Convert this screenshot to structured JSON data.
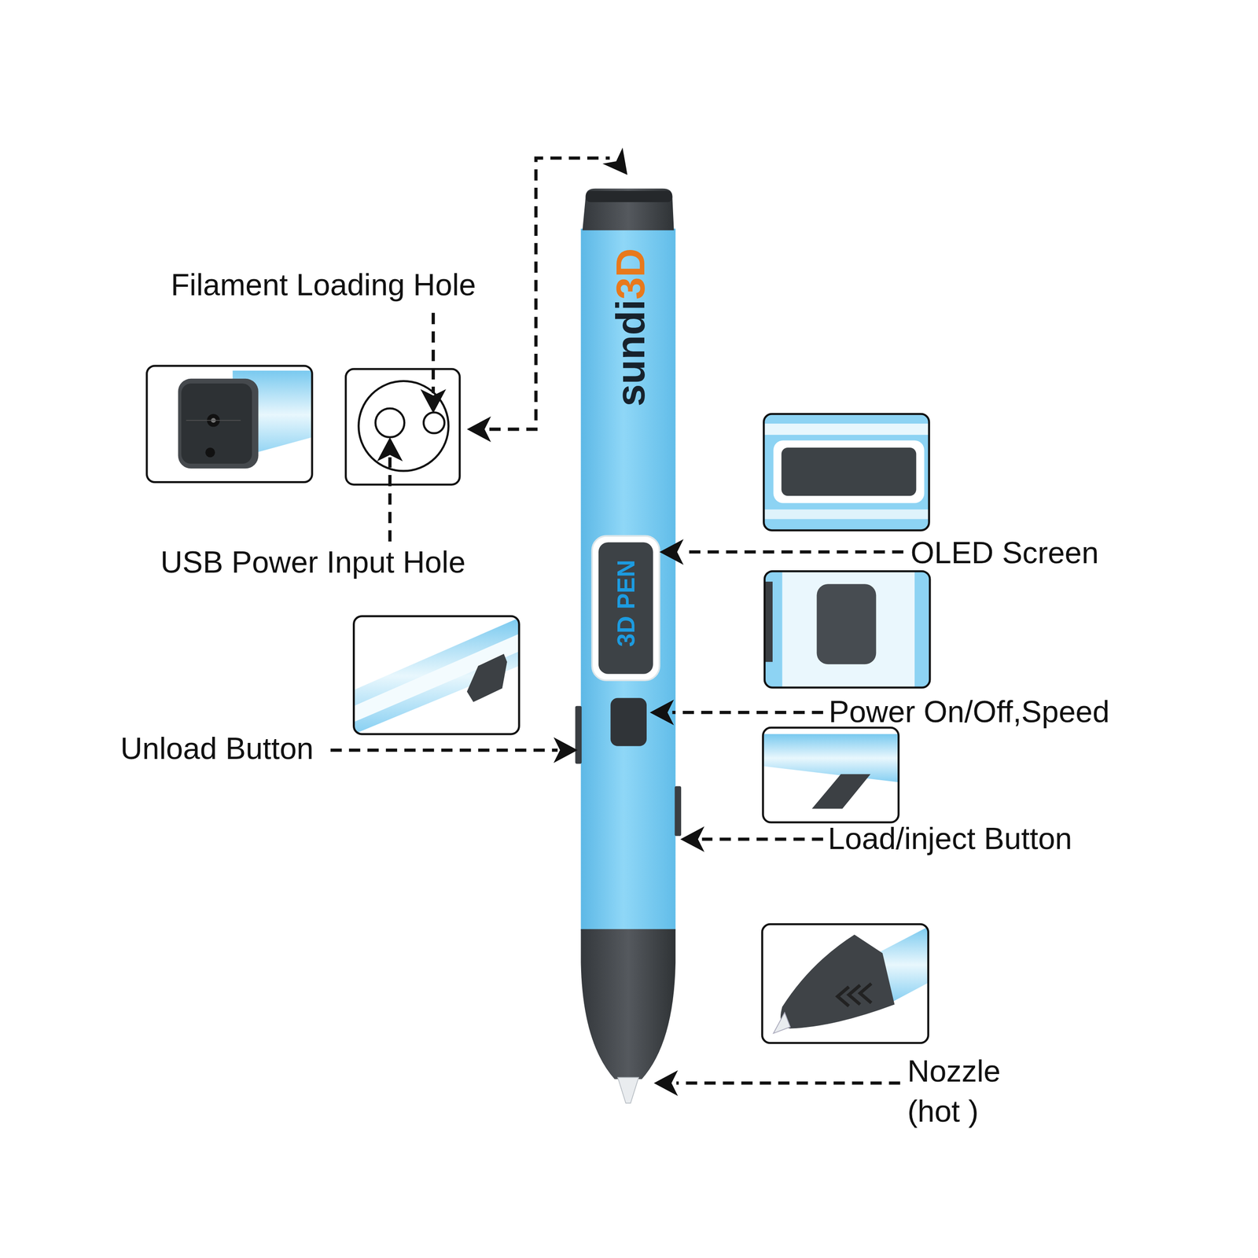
{
  "diagram": {
    "labels": [
      "Filament Loading Hole",
      "USB Power Input Hole",
      "sundi",
      "3D",
      "3D PEN",
      "OLED Screen",
      "Power On/Off,Speed",
      "Unload Button",
      "Load/inject Button",
      "Nozzle (hot )"
    ]
  }
}
